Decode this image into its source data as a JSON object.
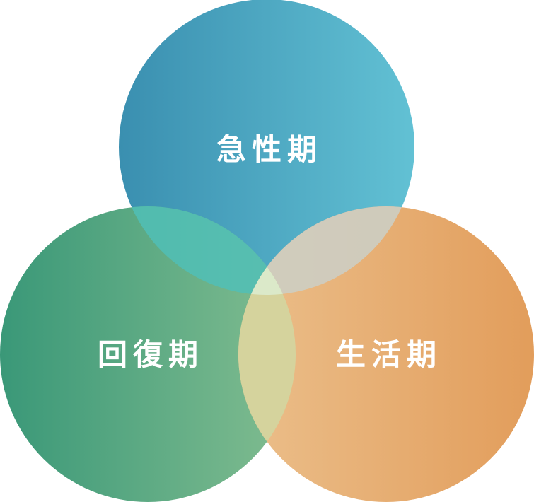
{
  "diagram": {
    "type": "venn",
    "circles": [
      {
        "id": "acute",
        "label": "急性期",
        "color_start": "#3a8fb0",
        "color_end": "#62c1d4"
      },
      {
        "id": "recovery",
        "label": "回復期",
        "color_start": "#3a9878",
        "color_end": "#82bd90"
      },
      {
        "id": "living",
        "label": "生活期",
        "color_start": "#ebbf8b",
        "color_end": "#e29d5b"
      }
    ],
    "overlap_colors": {
      "acute_recovery": "#4fbfb8",
      "acute_living": "#cdcdc1",
      "recovery_living": "#d4d49e",
      "center": "#dbe9c9"
    }
  }
}
